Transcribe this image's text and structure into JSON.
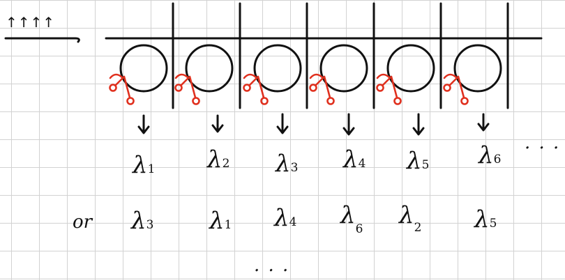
{
  "spin_label": "↑↑↑↑",
  "row1": [
    {
      "sym": "λ",
      "sub": "1"
    },
    {
      "sym": "λ",
      "sub": "2"
    },
    {
      "sym": "λ",
      "sub": "3"
    },
    {
      "sym": "λ",
      "sub": "4"
    },
    {
      "sym": "λ",
      "sub": "5"
    },
    {
      "sym": "λ",
      "sub": "6"
    }
  ],
  "row1_ellipsis": "· · ·",
  "or_word": "or",
  "row2": [
    {
      "sym": "λ",
      "sub": "3"
    },
    {
      "sym": "λ",
      "sub": "1"
    },
    {
      "sym": "λ",
      "sub": "4"
    },
    {
      "sym": "λ",
      "sub": "6"
    },
    {
      "sym": "λ",
      "sub": "2"
    },
    {
      "sym": "λ",
      "sub": "5"
    }
  ],
  "bottom_ellipsis": "· · ·",
  "colors": {
    "ink": "#111111",
    "red_ink": "#e0301e",
    "grid": "#d2d2d2"
  }
}
